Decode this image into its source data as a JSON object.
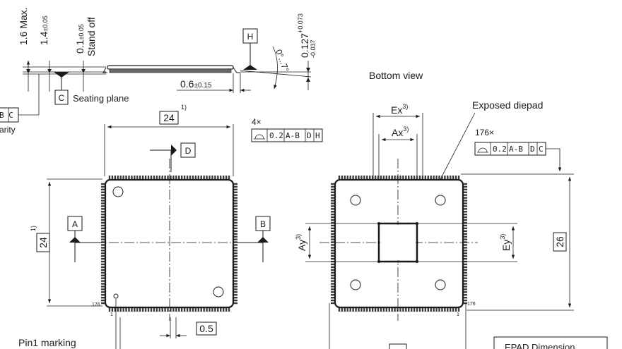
{
  "side_view": {
    "dim_height_max": "1.6 Max.",
    "dim_body_height": "1.4",
    "dim_body_height_tol": "±0.05",
    "dim_standoff": "0.1",
    "dim_standoff_tol": "±0.05",
    "standoff_label": "Stand off",
    "dim_lead_thickness": "0.127",
    "dim_lead_thickness_tol_plus": "+0.073",
    "dim_lead_thickness_tol_minus": "-0.037",
    "datum_h": "H",
    "datum_c": "C",
    "seating_plane_label": "Seating plane",
    "dim_lead_length": "0.6",
    "dim_lead_length_tol": "±0.15",
    "angle_label": "0°...7°",
    "coplanarity_partial": "B C",
    "coplanarity_label_partial": "arity"
  },
  "top_view": {
    "dim_width": "24",
    "dim_width_note": "1)",
    "dim_height": "24",
    "dim_height_note": "1)",
    "datum_d": "D",
    "datum_a": "A",
    "datum_b": "B",
    "tolerance_count": "4×",
    "tolerance_value": "0.2",
    "tolerance_datums": [
      "A-B",
      "D",
      "H"
    ],
    "pin_first": "1",
    "pin_last": "176",
    "dim_pitch": "0.5",
    "pin1_marking_label": "Pin1 marking"
  },
  "bottom_view": {
    "title": "Bottom view",
    "exposed_diepad_label": "Exposed diepad",
    "dim_ex": "Ex",
    "dim_ex_note": "3)",
    "dim_ax": "Ax",
    "dim_ax_note": "3)",
    "dim_ay": "Ay",
    "dim_ay_note": "3)",
    "dim_ey": "Ey",
    "dim_ey_note": "3)",
    "dim_overall": "26",
    "tolerance_count": "176×",
    "tolerance_value": "0.2",
    "tolerance_datums": [
      "A-B",
      "D",
      "C"
    ],
    "pin_first": "1",
    "pin_last": "176",
    "epad_table_title": "EPAD Dimension"
  }
}
